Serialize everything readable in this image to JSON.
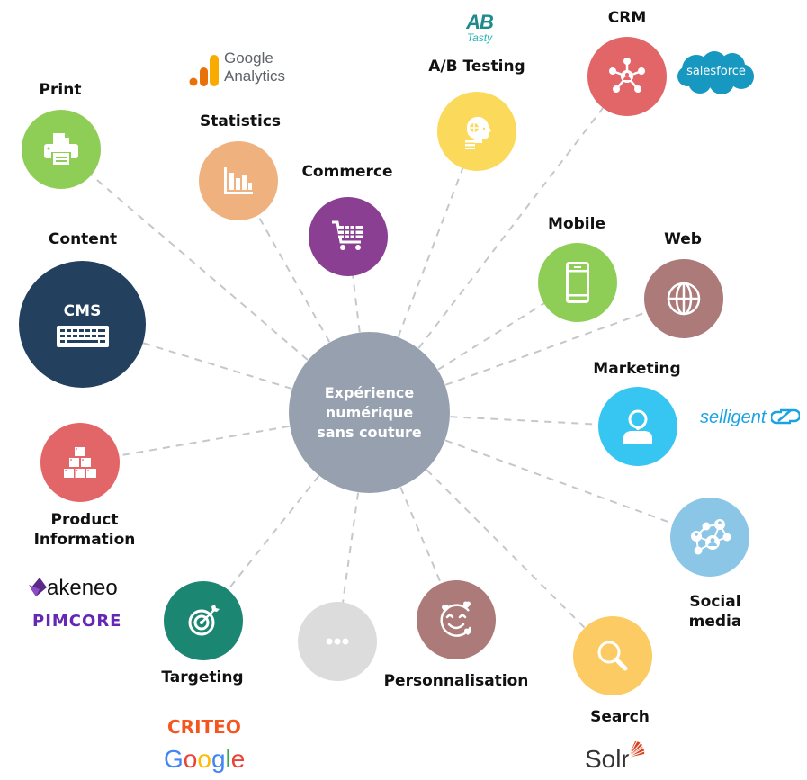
{
  "center": {
    "lines": [
      "Expérience",
      "numérique",
      "sans couture"
    ],
    "color": "#97a0ae"
  },
  "nodes": [
    {
      "id": "print",
      "label": "Print",
      "icon": "printer-icon",
      "color": "#8fce56"
    },
    {
      "id": "statistics",
      "label": "Statistics",
      "icon": "bar-chart-icon",
      "color": "#efb27e"
    },
    {
      "id": "commerce",
      "label": "Commerce",
      "icon": "shopping-cart-icon",
      "color": "#8a3f93"
    },
    {
      "id": "ab-testing",
      "label": "A/B Testing",
      "icon": "head-brain-icon",
      "color": "#fbd95a"
    },
    {
      "id": "crm",
      "label": "CRM",
      "icon": "network-user-icon",
      "color": "#e26568"
    },
    {
      "id": "mobile",
      "label": "Mobile",
      "icon": "smartphone-icon",
      "color": "#8fce56"
    },
    {
      "id": "web",
      "label": "Web",
      "icon": "globe-icon",
      "color": "#ab7a79"
    },
    {
      "id": "content",
      "label": "Content",
      "inner_label": "CMS",
      "icon": "keyboard-icon",
      "color": "#23405f"
    },
    {
      "id": "marketing",
      "label": "Marketing",
      "icon": "headset-user-icon",
      "color": "#37c6f1"
    },
    {
      "id": "product-information",
      "label_lines": [
        "Product",
        "Information"
      ],
      "icon": "boxes-pyramid-icon",
      "color": "#e26568"
    },
    {
      "id": "social-media",
      "label_lines": [
        "Social",
        "media"
      ],
      "icon": "social-network-icon",
      "color": "#8cc6e6"
    },
    {
      "id": "targeting",
      "label": "Targeting",
      "icon": "target-arrow-icon",
      "color": "#1b8671"
    },
    {
      "id": "more",
      "label": "",
      "icon": "ellipsis-icon",
      "color": "#dcdcdc"
    },
    {
      "id": "personnalisation",
      "label": "Personnalisation",
      "icon": "smiley-hearts-icon",
      "color": "#ab7a79"
    },
    {
      "id": "search",
      "label": "Search",
      "icon": "magnifier-icon",
      "color": "#fccb63"
    }
  ],
  "logos": {
    "google_analytics": {
      "line1": "Google",
      "line2": "Analytics"
    },
    "ab_tasty": {
      "line1": "AB",
      "line2": "Tasty",
      "color": "#1f8a8e"
    },
    "salesforce": {
      "text": "salesforce",
      "color": "#1798c1"
    },
    "selligent": {
      "text": "selligent",
      "color": "#1aa3e3"
    },
    "akeneo": {
      "text": "akeneo",
      "color": "#5b2a86"
    },
    "pimcore": {
      "text": "PIMCORE",
      "color": "#6428b4"
    },
    "criteo": {
      "text": "CRITEO",
      "color": "#f5561f"
    },
    "google": {
      "letters": [
        "G",
        "o",
        "o",
        "g",
        "l",
        "e"
      ],
      "colors": [
        "#4285f4",
        "#ea4335",
        "#fbbc05",
        "#4285f4",
        "#34a853",
        "#ea4335"
      ]
    },
    "solr": {
      "text": "Solr",
      "color": "#333333"
    }
  }
}
